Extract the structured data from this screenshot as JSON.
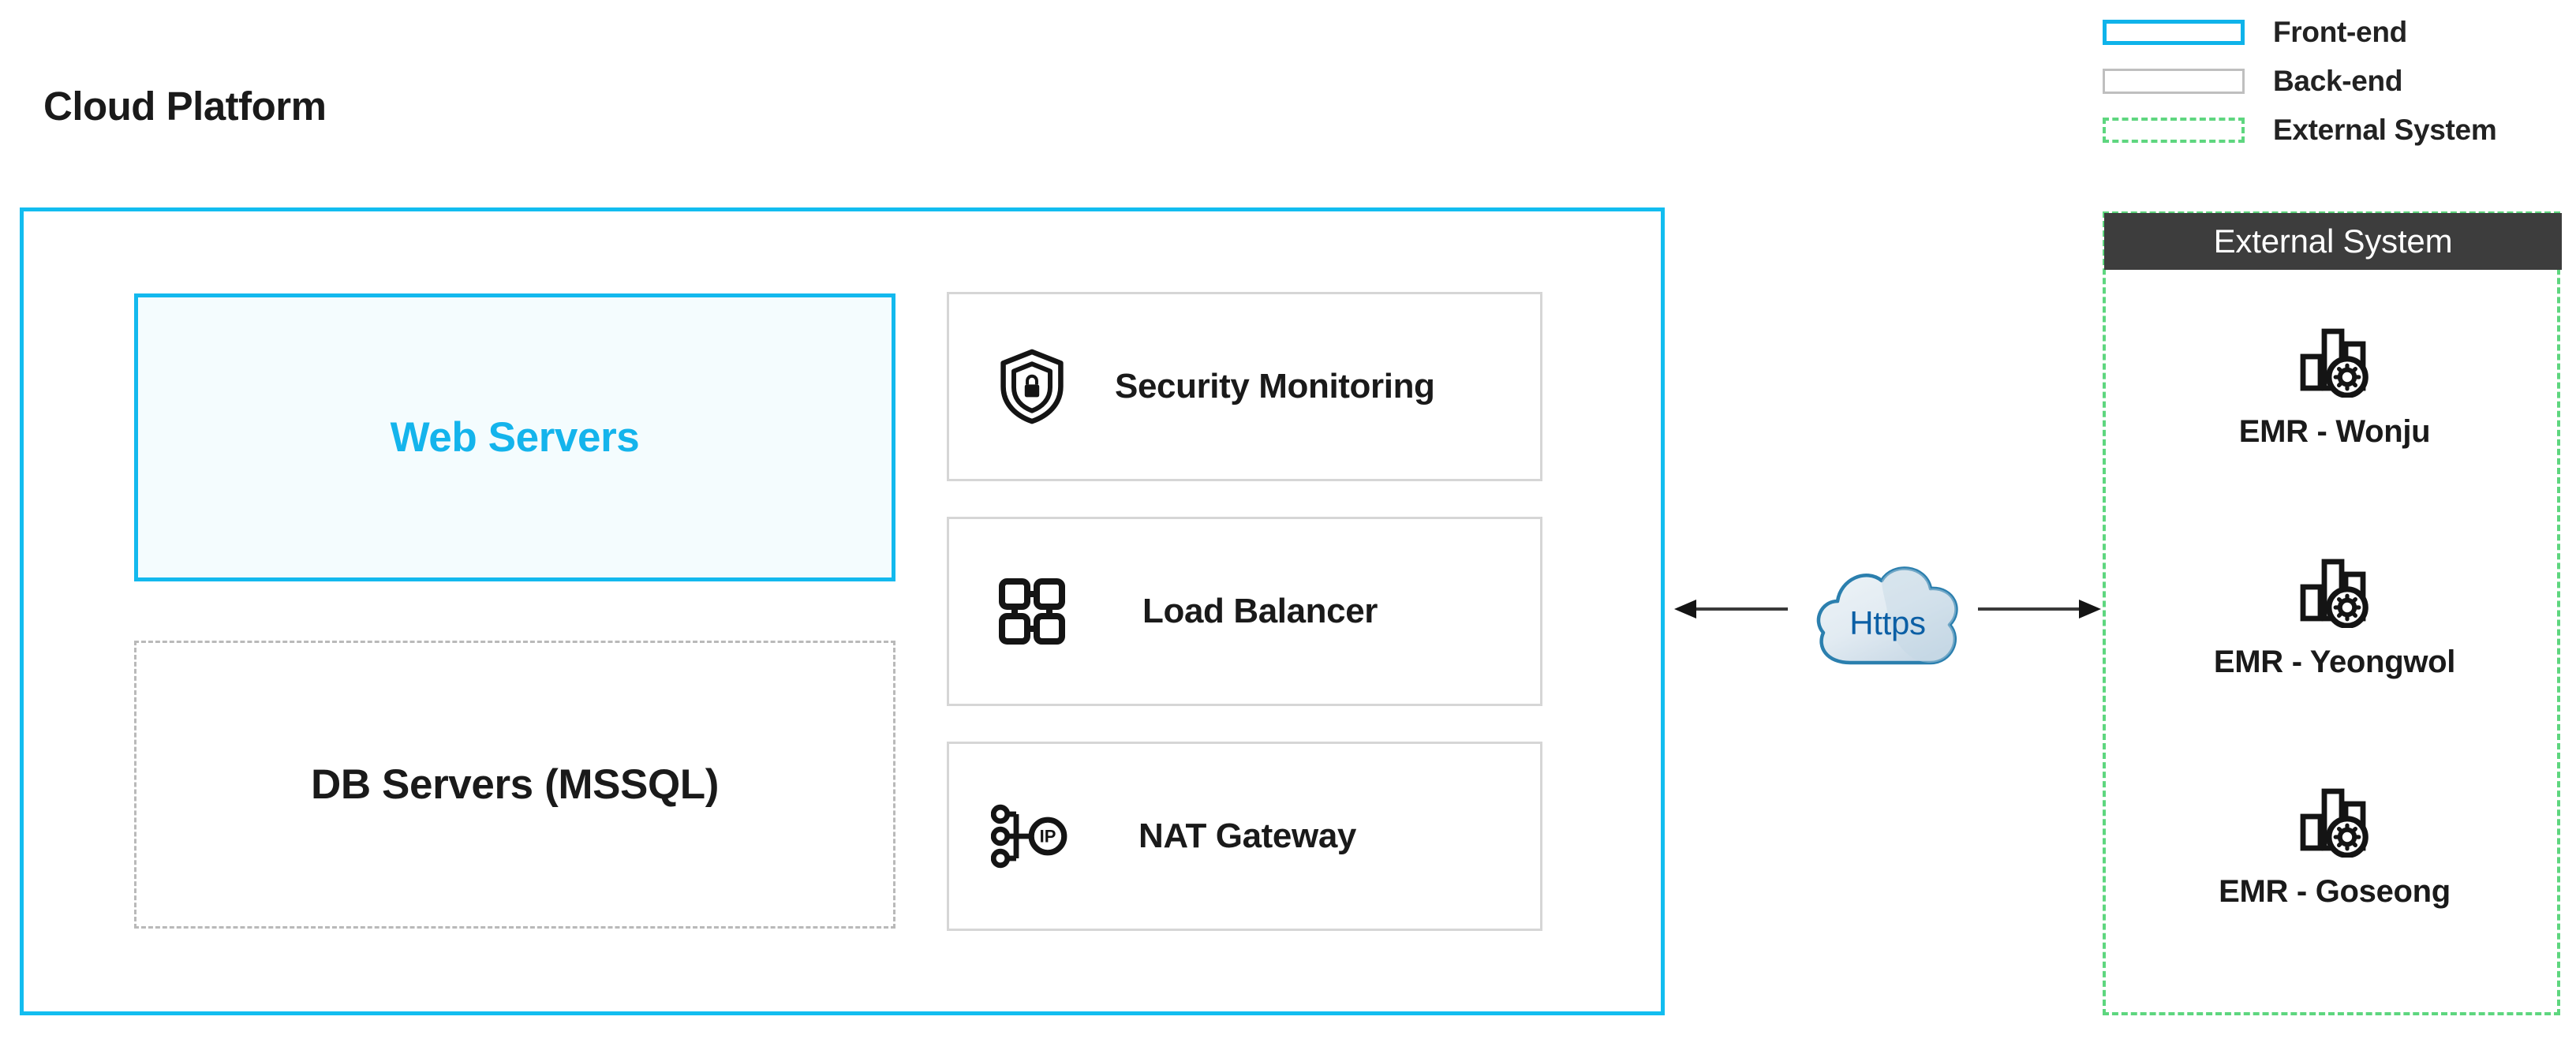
{
  "title": "Cloud Platform",
  "legend": {
    "items": [
      {
        "label": "Front-end",
        "style": "solid-cyan",
        "color": "#0fb3ea"
      },
      {
        "label": "Back-end",
        "style": "solid-gray",
        "color": "#bfbfbf"
      },
      {
        "label": "External System",
        "style": "dashed-green",
        "color": "#5ed67f"
      }
    ]
  },
  "cloud_platform": {
    "web_servers": {
      "label": "Web Servers",
      "color": "#14b4ec",
      "fill": "#f4fcfe"
    },
    "db_servers": {
      "label": "DB Servers (MSSQL)",
      "color": "#1a1a1a"
    },
    "services": [
      {
        "label": "Security Monitoring",
        "icon": "shield-lock-icon"
      },
      {
        "label": "Load Balancer",
        "icon": "load-balancer-nodes-icon"
      },
      {
        "label": "NAT Gateway",
        "icon": "nat-ip-icon"
      }
    ]
  },
  "connector": {
    "protocol": "Https",
    "left_arrow": "arrow-left",
    "right_arrow": "arrow-right",
    "cloud_color": "#2b7fae"
  },
  "external_system": {
    "header": "External System",
    "border_color": "#5ed67f",
    "header_bg": "#3d3d3d",
    "nodes": [
      {
        "label": "EMR - Wonju",
        "icon": "bar-chart-gear-icon"
      },
      {
        "label": "EMR - Yeongwol",
        "icon": "bar-chart-gear-icon"
      },
      {
        "label": "EMR - Goseong",
        "icon": "bar-chart-gear-icon"
      }
    ]
  }
}
